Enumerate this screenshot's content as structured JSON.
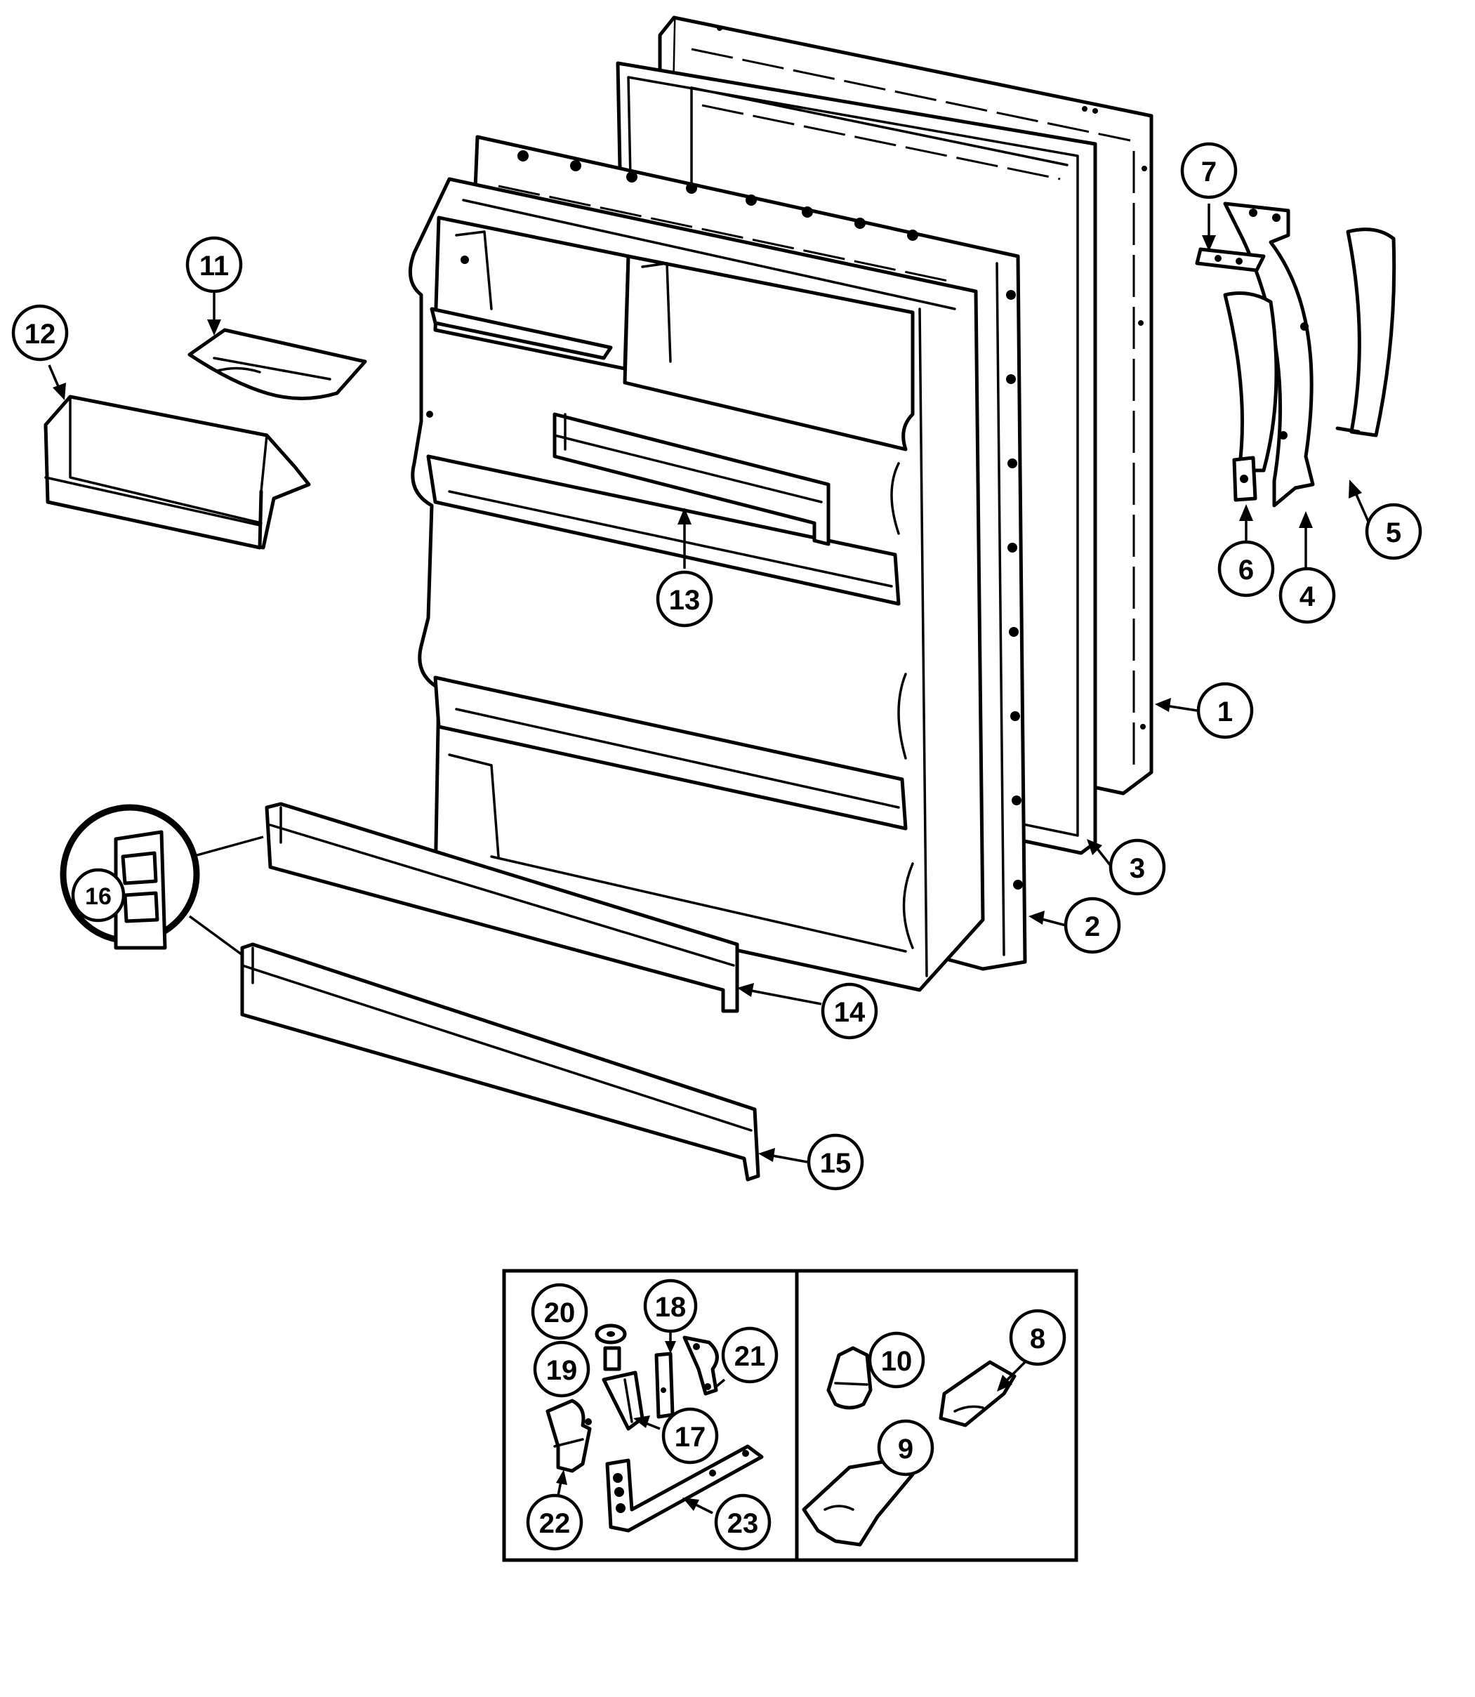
{
  "callouts": {
    "c1": "1",
    "c2": "2",
    "c3": "3",
    "c4": "4",
    "c5": "5",
    "c6": "6",
    "c7": "7",
    "c8": "8",
    "c9": "9",
    "c10": "10",
    "c11": "11",
    "c12": "12",
    "c13": "13",
    "c14": "14",
    "c15": "15",
    "c16": "16",
    "c17": "17",
    "c18": "18",
    "c19": "19",
    "c20": "20",
    "c21": "21",
    "c22": "22",
    "c23": "23"
  }
}
